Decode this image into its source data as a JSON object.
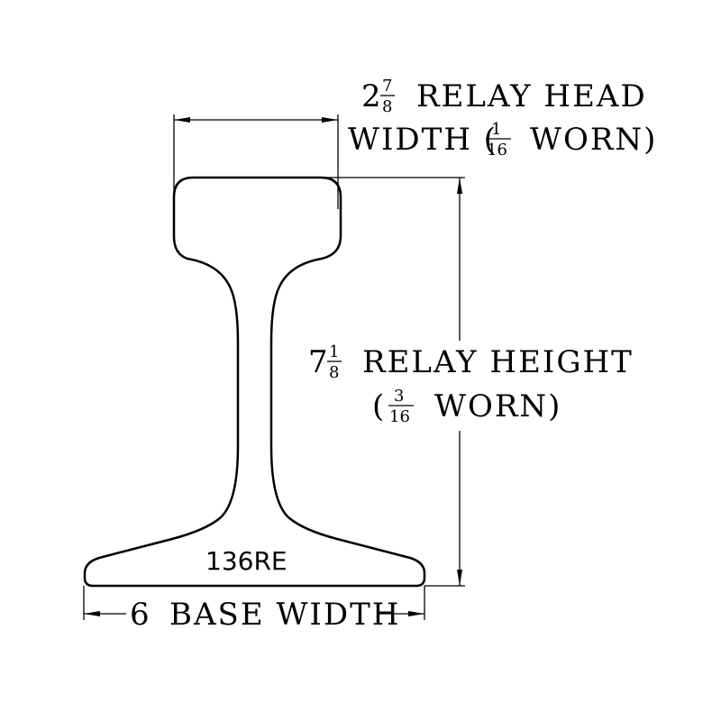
{
  "rail_model": "136RE",
  "head_width": {
    "whole": "2",
    "frac_num": "7",
    "frac_den": "8",
    "line1_rest": "RELAY HEAD",
    "line2_prefix": "WIDTH (",
    "worn_num": "1",
    "worn_den": "16",
    "line2_suffix": "WORN)"
  },
  "height": {
    "whole": "7",
    "frac_num": "1",
    "frac_den": "8",
    "line1_rest": "RELAY HEIGHT",
    "line2_prefix": "(",
    "worn_num": "3",
    "worn_den": "16",
    "line2_suffix": "WORN)"
  },
  "base_width": {
    "whole": "6",
    "label": "BASE WIDTH"
  },
  "colors": {
    "line": "#000000",
    "background": "#ffffff"
  }
}
